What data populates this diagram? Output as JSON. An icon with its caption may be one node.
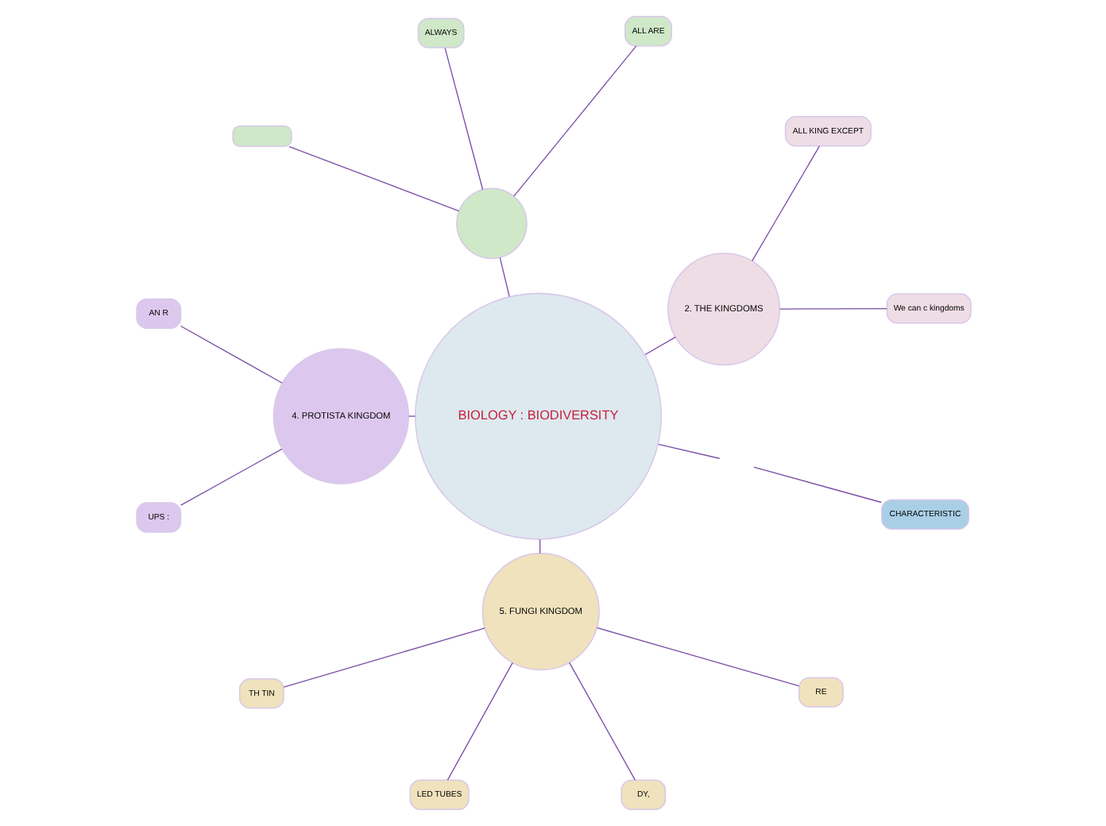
{
  "diagram": {
    "nodes": [
      {
        "text": [
          "BIOLOGY : BIODIVERSITY"
        ]
      },
      {
        "text": [
          "CHARACTERISTIC"
        ]
      },
      {
        "text": [
          "2. THE KINGDOMS"
        ]
      },
      {
        "text": [
          "We can c kingdoms"
        ]
      },
      {
        "text": [
          "ALL KING EXCEPT"
        ]
      },
      {
        "text": [],
        "shape": "circle"
      },
      {
        "text": [
          "ALL ARE"
        ]
      },
      {
        "text": [
          "ALWAYS"
        ]
      },
      {
        "text": [],
        "shape": "box"
      },
      {
        "text": [
          "4. PROTISTA KINGDOM"
        ]
      },
      {
        "text": [
          "AN R"
        ]
      },
      {
        "text": [
          "UPS :"
        ]
      },
      {
        "text": [
          "5. FUNGI KINGDOM"
        ]
      },
      {
        "text": [
          "TH TIN"
        ]
      },
      {
        "text": [
          "LED TUBES"
        ]
      },
      {
        "text": [
          "DY,"
        ]
      },
      {
        "text": [
          "RE"
        ]
      }
    ],
    "edges": [
      {
        "from": 0,
        "to": null,
        "arrow": "none"
      },
      {
        "from": null,
        "to": 1,
        "arrow": "none"
      },
      {
        "from": 0,
        "to": 2,
        "arrow": "none"
      },
      {
        "from": 2,
        "to": 3,
        "arrow": "none"
      },
      {
        "from": 2,
        "to": 4,
        "arrow": "none"
      },
      {
        "from": 0,
        "to": 5,
        "arrow": "none"
      },
      {
        "from": 5,
        "to": 6,
        "arrow": "none"
      },
      {
        "from": 5,
        "to": 7,
        "arrow": "none"
      },
      {
        "from": 5,
        "to": 8,
        "arrow": "none"
      },
      {
        "from": 0,
        "to": 9,
        "arrow": "none"
      },
      {
        "from": 9,
        "to": 10,
        "arrow": "none"
      },
      {
        "from": 9,
        "to": 11,
        "arrow": "none"
      },
      {
        "from": 0,
        "to": 12,
        "arrow": "none"
      },
      {
        "from": 12,
        "to": 13,
        "arrow": "none"
      },
      {
        "from": 12,
        "to": 14,
        "arrow": "none"
      },
      {
        "from": 12,
        "to": 15,
        "arrow": "none"
      },
      {
        "from": 12,
        "to": 16,
        "arrow": "none"
      }
    ]
  }
}
